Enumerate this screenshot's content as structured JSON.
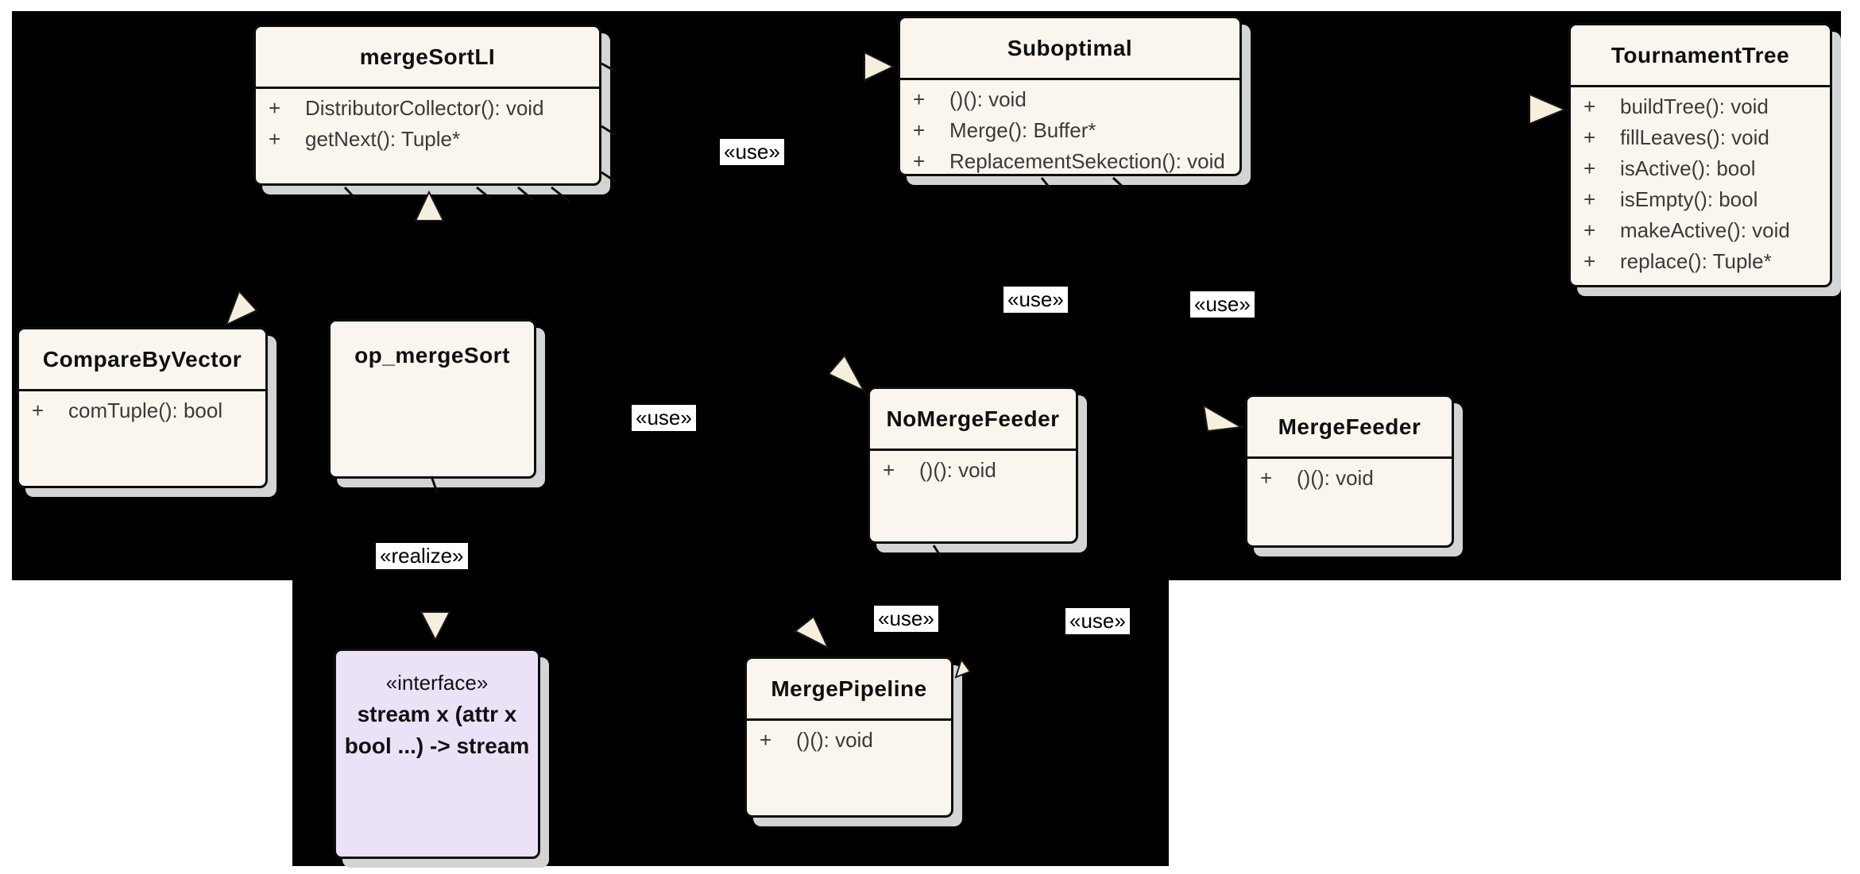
{
  "diagram": {
    "classes": {
      "mergeSortLI": {
        "title": "mergeSortLI",
        "methods": [
          {
            "vis": "+",
            "sig": "DistributorCollector(): void"
          },
          {
            "vis": "+",
            "sig": "getNext(): Tuple*"
          }
        ]
      },
      "suboptimal": {
        "title": "Suboptimal",
        "methods": [
          {
            "vis": "+",
            "sig": "()(): void"
          },
          {
            "vis": "+",
            "sig": "Merge(): Buffer*"
          },
          {
            "vis": "+",
            "sig": "ReplacementSekection(): void"
          }
        ]
      },
      "tournamentTree": {
        "title": "TournamentTree",
        "methods": [
          {
            "vis": "+",
            "sig": "buildTree(): void"
          },
          {
            "vis": "+",
            "sig": "fillLeaves(): void"
          },
          {
            "vis": "+",
            "sig": "isActive(): bool"
          },
          {
            "vis": "+",
            "sig": "isEmpty(): bool"
          },
          {
            "vis": "+",
            "sig": "makeActive(): void"
          },
          {
            "vis": "+",
            "sig": "replace(): Tuple*"
          }
        ]
      },
      "compareByVector": {
        "title": "CompareByVector",
        "methods": [
          {
            "vis": "+",
            "sig": "comTuple(): bool"
          }
        ]
      },
      "opMergeSort": {
        "title": "op_mergeSort",
        "methods": []
      },
      "noMergeFeeder": {
        "title": "NoMergeFeeder",
        "methods": [
          {
            "vis": "+",
            "sig": "()(): void"
          }
        ]
      },
      "mergeFeeder": {
        "title": "MergeFeeder",
        "methods": [
          {
            "vis": "+",
            "sig": "()(): void"
          }
        ]
      },
      "mergePipeline": {
        "title": "MergePipeline",
        "methods": [
          {
            "vis": "+",
            "sig": "()(): void"
          }
        ]
      },
      "streamInterface": {
        "stereotype": "«interface»",
        "title_line1": "stream x (attr x",
        "title_line2": "bool ...) -> stream"
      }
    },
    "labels": {
      "use": "«use»",
      "realize": "«realize»"
    },
    "icons": {
      "dependency_arrowhead": "cream-filled-triangle",
      "realize_arrowhead": "cream-filled-triangle-down"
    },
    "colors": {
      "page_bg": "#FFFFFF",
      "canvas_bg": "#000000",
      "class_fill": "#FAF6EE",
      "interface_fill": "#ECE2F8",
      "border": "#0D0D0D",
      "shadow": "#D4D4D4",
      "arrowhead_fill": "#F7EFDE",
      "label_bg": "#FFFFFF",
      "title_text": "#0F0F0F",
      "method_text": "#3A3A3A"
    }
  }
}
